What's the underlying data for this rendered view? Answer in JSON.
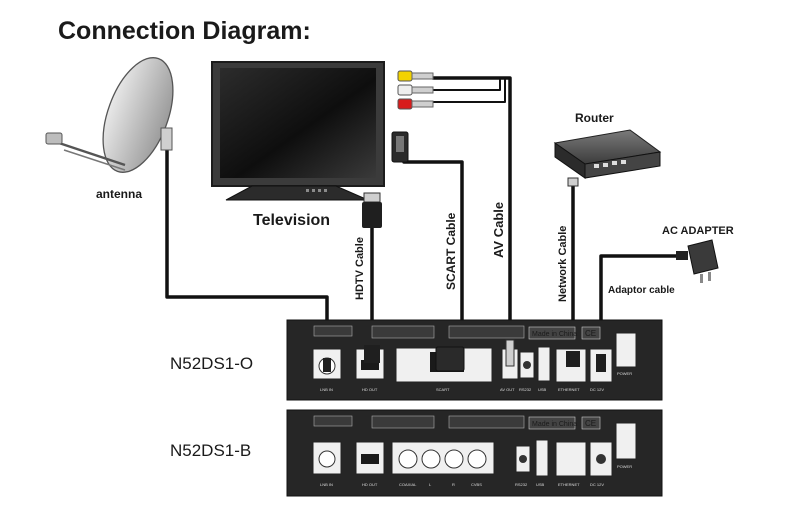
{
  "title": "Connection Diagram:",
  "devices": {
    "antenna": "antenna",
    "television": "Television",
    "router": "Router",
    "ac_adapter": "AC ADAPTER"
  },
  "cables": {
    "hdtv": "HDTV Cable",
    "scart": "SCART Cable",
    "av": "AV Cable",
    "network": "Network Cable",
    "adaptor": "Adaptor cable"
  },
  "receivers": [
    {
      "model": "N52DS1-O",
      "made_in": "Made in China",
      "ports": {
        "lnb_in": "LNB IN",
        "hd_out": "HD OUT",
        "scart": "SCART",
        "av_out": "AV OUT",
        "rs232": "RS232",
        "usb": "USB",
        "ethernet": "ETHERNET",
        "dc": "DC 12V",
        "power": "POWER"
      }
    },
    {
      "model": "N52DS1-B",
      "made_in": "Made in China",
      "ports": {
        "lnb_in": "LNB IN",
        "hd_out": "HD OUT",
        "coaxial": "COAXIAL",
        "l": "L",
        "r": "R",
        "cvbs": "CVBS",
        "rs232": "RS232",
        "usb": "USB",
        "ethernet": "ETHERNET",
        "dc": "DC 12V",
        "power": "POWER"
      }
    }
  ],
  "colors": {
    "panel": "#262626",
    "cable": "#111111",
    "av_yellow": "#f2d200",
    "av_white": "#eeeeee",
    "av_red": "#d81c1c"
  }
}
